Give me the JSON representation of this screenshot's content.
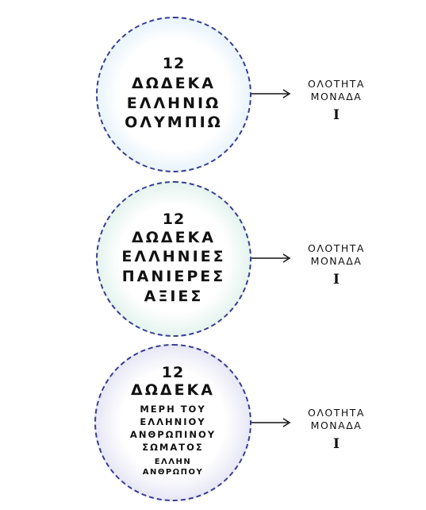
{
  "groups": [
    {
      "number": "12",
      "lines": [
        "ΔΩΔΕΚΑ",
        "ΕΛΛΗΝΙΩ",
        "ΟΛΥΜΠΙΩ"
      ],
      "result_line1": "ΟΛΟΤΗΤΑ",
      "result_line2": "ΜΟΝΑΔΑ",
      "roman": "I"
    },
    {
      "number": "12",
      "lines": [
        "ΔΩΔΕΚΑ",
        "ΕΛΛΗΝΙΕΣ",
        "ΠΑΝΙΕΡΕΣ",
        "ΑΞΙΕΣ"
      ],
      "result_line1": "ΟΛΟΤΗΤΑ",
      "result_line2": "ΜΟΝΑΔΑ",
      "roman": "I"
    },
    {
      "number": "12",
      "lines": [
        "ΔΩΔΕΚΑ"
      ],
      "small_lines": [
        "ΜΕΡΗ ΤΟΥ",
        "ΕΛΛΗΝΙΟΥ",
        "ΑΝΘΡΩΠΙΝΟΥ",
        "ΣΩΜΑΤΟΣ"
      ],
      "tiny_lines": [
        "ΕΛΛΗΝ",
        "ΑΝΘΡΩΠΟΥ"
      ],
      "result_line1": "ΟΛΟΤΗΤΑ",
      "result_line2": "ΜΟΝΑΔΑ",
      "roman": "I"
    }
  ],
  "colors": {
    "border": "#3a3d8f",
    "circle1_tint": "#bfe1f6",
    "circle2_tint": "#b9e4d9",
    "circle3_tint": "#c9c9ea",
    "text": "#111111"
  }
}
